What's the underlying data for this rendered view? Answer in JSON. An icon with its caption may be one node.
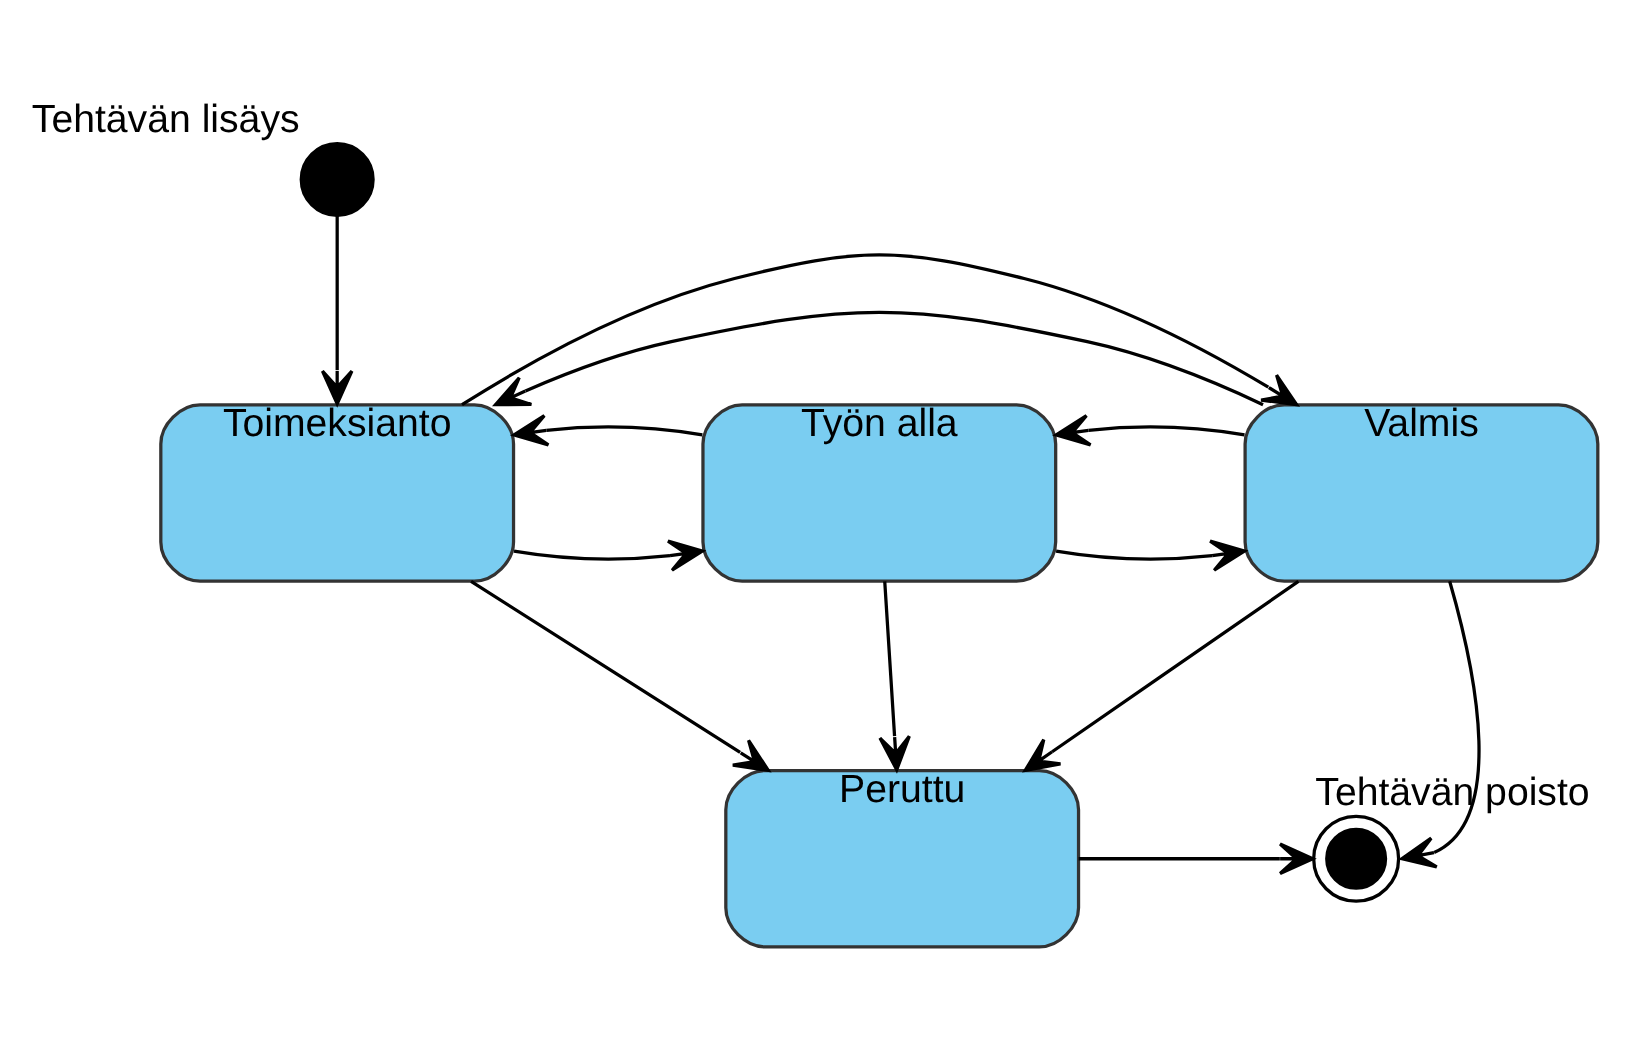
{
  "diagram": {
    "nodes": [
      {
        "text": [],
        "shape": "circle",
        "beside": [
          "Tehtävän lisäys"
        ]
      },
      {
        "text": [
          "Toimeksianto"
        ]
      },
      {
        "text": [
          "Työn alla"
        ]
      },
      {
        "text": [
          "Valmis"
        ]
      },
      {
        "text": [
          "Peruttu"
        ]
      },
      {
        "text": [],
        "shape": "bullseye",
        "beside": [
          "Tehtävän poisto"
        ]
      }
    ],
    "edges": [
      {
        "from": 0,
        "to": 1,
        "arrow": "to"
      },
      {
        "from": 1,
        "to": 2,
        "arrow": "to"
      },
      {
        "from": 2,
        "to": 1,
        "arrow": "to"
      },
      {
        "from": 2,
        "to": 3,
        "arrow": "to"
      },
      {
        "from": 3,
        "to": 2,
        "arrow": "to"
      },
      {
        "from": 3,
        "to": 1,
        "arrow": "to"
      },
      {
        "from": 1,
        "to": 3,
        "arrow": "to"
      },
      {
        "from": 2,
        "to": 4,
        "arrow": "to"
      },
      {
        "from": 3,
        "to": 4,
        "arrow": "to"
      },
      {
        "from": 1,
        "to": 4,
        "arrow": "to"
      },
      {
        "from": 4,
        "to": 5,
        "arrow": "to"
      },
      {
        "from": 3,
        "to": 5,
        "arrow": "to"
      }
    ]
  }
}
